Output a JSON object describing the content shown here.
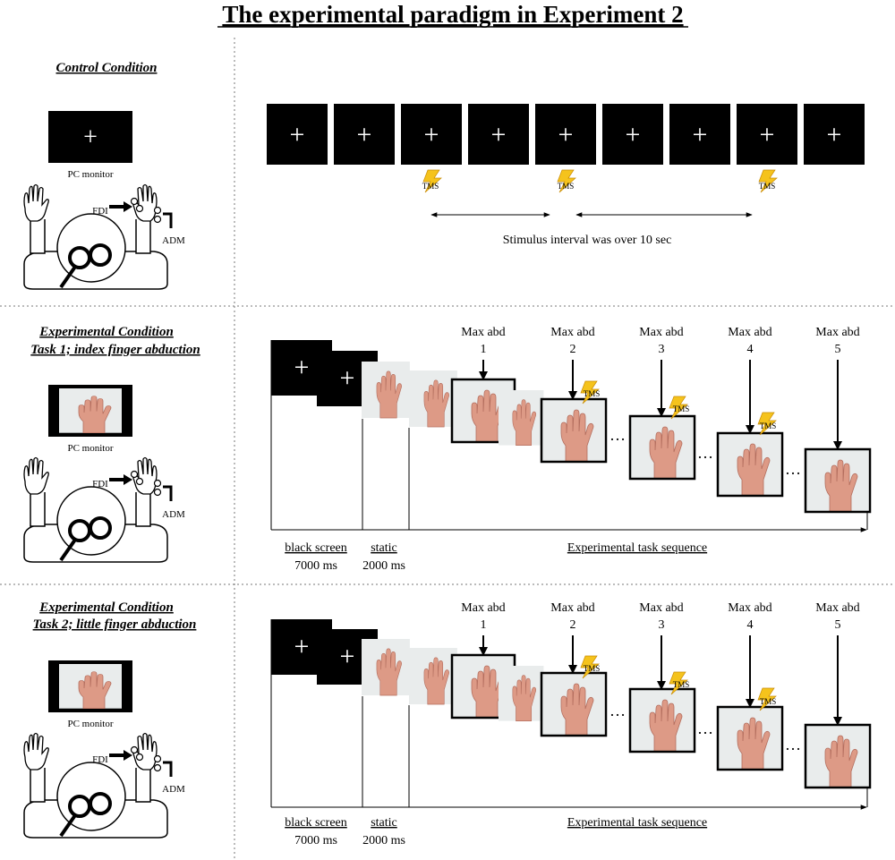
{
  "title": "The experimental paradigm in Experiment 2",
  "labels": {
    "monitor": "PC monitor",
    "fdi": "FDI",
    "adm": "ADM",
    "tms": "TMS",
    "max_abd": "Max abd",
    "black_screen": "black screen",
    "static": "static",
    "task_sequence": "Experimental task sequence",
    "black_duration": "7000 ms",
    "static_duration": "2000 ms"
  },
  "control": {
    "heading": "Control Condition",
    "interval_note": "Stimulus interval was over 10 sec",
    "frame_count": 9,
    "tms_after_frames": [
      3,
      5,
      8
    ]
  },
  "task1": {
    "heading_line1": "Experimental Condition",
    "heading_line2": "Task 1; index finger abduction"
  },
  "task2": {
    "heading_line1": "Experimental Condition",
    "heading_line2": "Task 2; little finger abduction"
  },
  "sequence": {
    "max_abd_numbers": [
      "1",
      "2",
      "3",
      "4",
      "5"
    ],
    "tms_on_max_abd": [
      2,
      3,
      4
    ],
    "fixation_symbol": "+",
    "ellipsis": "…"
  },
  "colors": {
    "screen": "#000000",
    "photo_background": "#e9ecec",
    "skin": "#dd9a86",
    "lightning": "#f5c31c",
    "divider": "#777777"
  }
}
